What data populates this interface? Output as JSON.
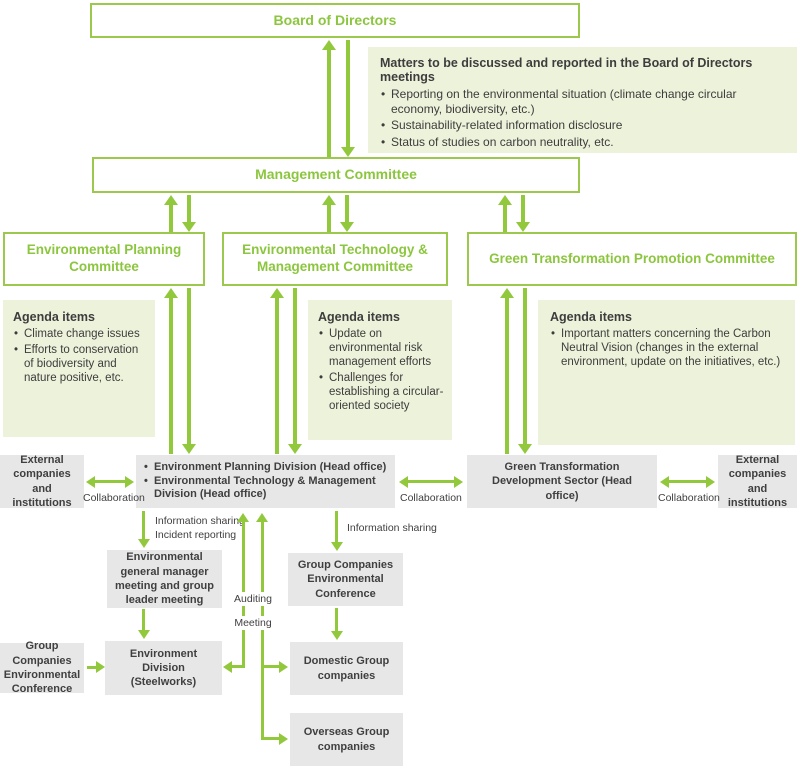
{
  "diagram": {
    "board": {
      "label": "Board of Directors"
    },
    "management": {
      "label": "Management Committee"
    },
    "committees": [
      {
        "label": "Environmental Planning Committee"
      },
      {
        "label": "Environmental Technology & Management Committee"
      },
      {
        "label": "Green Transformation Promotion Committee"
      }
    ],
    "board_matters": {
      "title": "Matters to be discussed and reported in the Board of Directors meetings",
      "items": [
        "Reporting on the environmental situation (climate change circular economy, biodiversity, etc.)",
        "Sustainability-related information disclosure",
        "Status of studies on carbon neutrality, etc."
      ]
    },
    "agendas": [
      {
        "title": "Agenda items",
        "items": [
          "Climate change issues",
          "Efforts to conservation of biodiversity and nature positive, etc."
        ]
      },
      {
        "title": "Agenda items",
        "items": [
          "Update on environmental risk management efforts",
          "Challenges for establishing a circular-oriented society"
        ]
      },
      {
        "title": "Agenda items",
        "items": [
          "Important matters concerning the Carbon Neutral Vision (changes in the external environment, update on the initiatives, etc.)"
        ]
      }
    ],
    "external_left": {
      "label": "External companies and institutions"
    },
    "external_right": {
      "label": "External companies and institutions"
    },
    "head_office_divisions": {
      "items": [
        "Environment Planning Division (Head office)",
        "Environmental Technology & Management Division (Head office)"
      ]
    },
    "gt_dev_sector": {
      "label": "Green Transformation Development Sector (Head office)"
    },
    "egm_meeting": {
      "label": "Environmental general manager meeting and group leader meeting"
    },
    "group_env_conference_mid": {
      "label": "Group Companies Environmental Conference"
    },
    "group_env_conference_left": {
      "label": "Group Companies Environmental Conference"
    },
    "env_division_steelworks": {
      "label": "Environment Division (Steelworks)"
    },
    "domestic_group": {
      "label": "Domestic Group companies"
    },
    "overseas_group": {
      "label": "Overseas Group companies"
    },
    "edge_labels": {
      "collaboration_left": "Collaboration",
      "collaboration_mid": "Collaboration",
      "collaboration_right": "Collaboration",
      "info_sharing_line1": "Information sharing",
      "info_sharing_line2": "Incident reporting",
      "info_sharing": "Information sharing",
      "auditing": "Auditing",
      "meeting": "Meeting"
    },
    "colors": {
      "green": "#92c83c",
      "green_text": "#8cc63f",
      "pale_green": "#edf2da",
      "gray": "#e7e7e7",
      "text": "#3f3f3f"
    }
  }
}
